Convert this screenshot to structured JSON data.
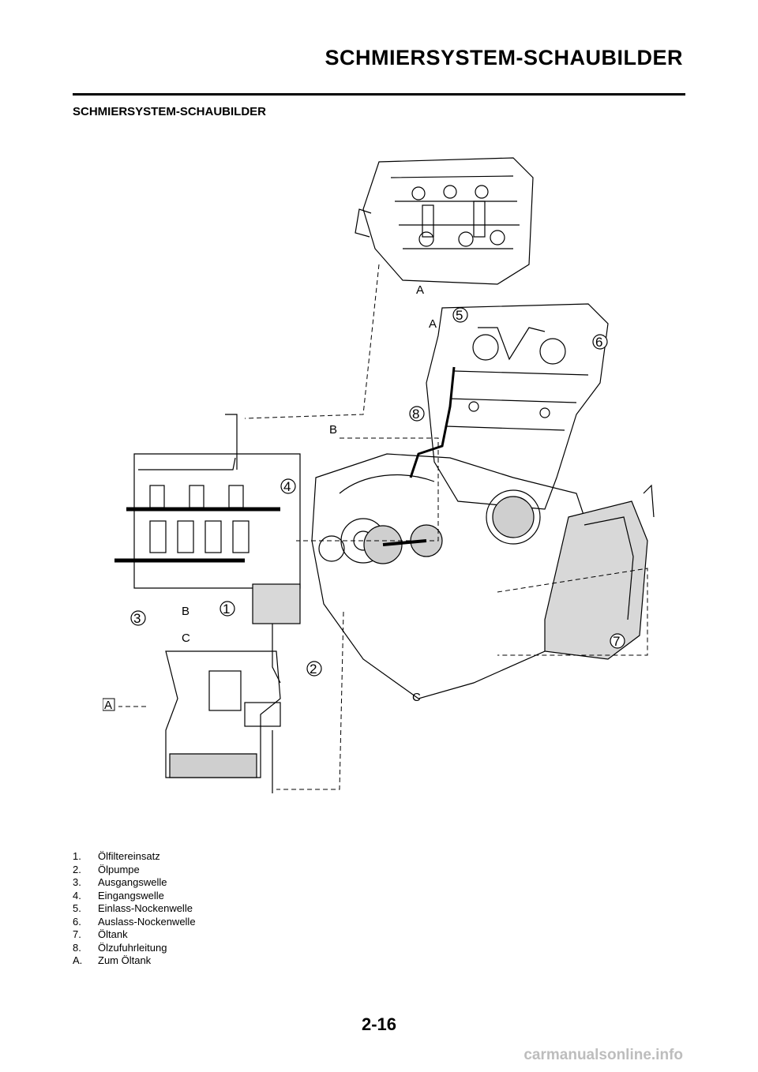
{
  "header": {
    "title": "SCHMIERSYSTEM-SCHAUBILDER"
  },
  "section": {
    "title": "SCHMIERSYSTEM-SCHAUBILDER"
  },
  "diagram": {
    "callouts": [
      "1",
      "2",
      "3",
      "4",
      "5",
      "6",
      "7",
      "8"
    ],
    "letters": {
      "a": "A",
      "b": "B",
      "c": "C"
    }
  },
  "legend": [
    {
      "num": "1.",
      "text": "Ölfiltereinsatz"
    },
    {
      "num": "2.",
      "text": "Ölpumpe"
    },
    {
      "num": "3.",
      "text": "Ausgangswelle"
    },
    {
      "num": "4.",
      "text": "Eingangswelle"
    },
    {
      "num": "5.",
      "text": "Einlass-Nockenwelle"
    },
    {
      "num": "6.",
      "text": "Auslass-Nockenwelle"
    },
    {
      "num": "7.",
      "text": "Öltank"
    },
    {
      "num": "8.",
      "text": "Ölzufuhrleitung"
    },
    {
      "num": "A.",
      "text": "Zum Öltank"
    }
  ],
  "footer": {
    "page_number": "2-16",
    "watermark": "carmanualsonline.info"
  }
}
